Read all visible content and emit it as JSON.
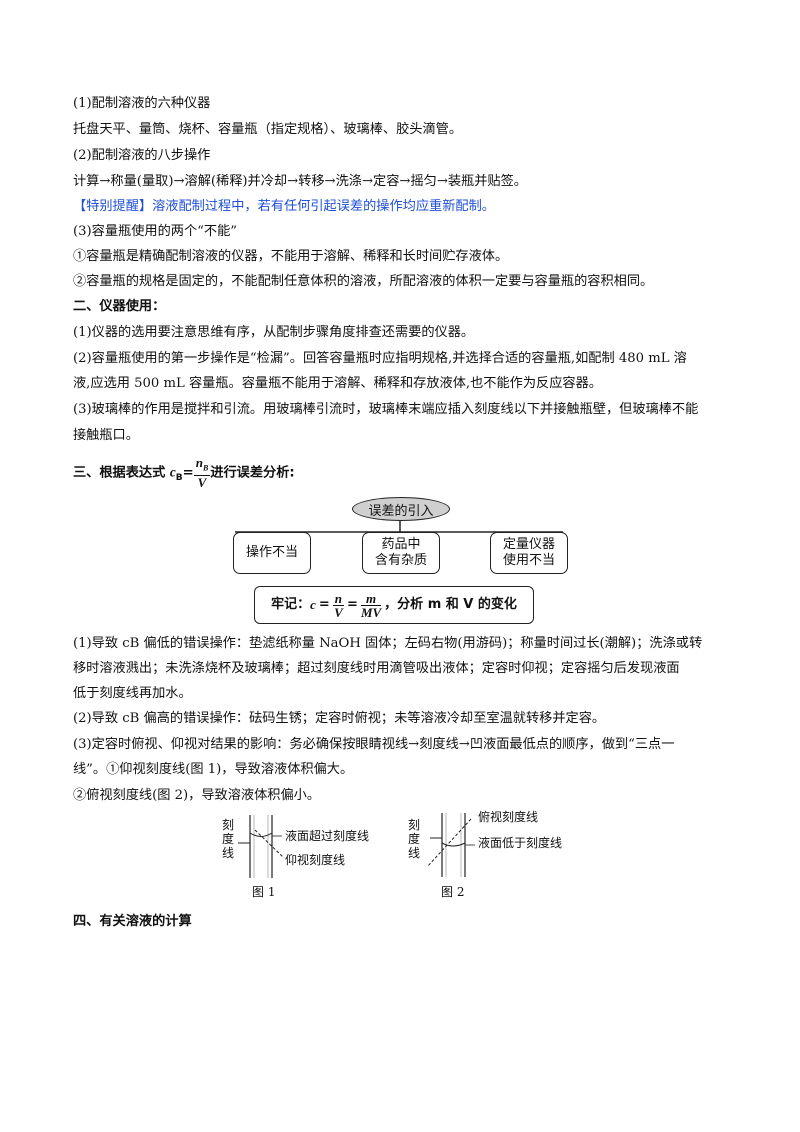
{
  "lines": {
    "l1": "(1)配制溶液的六种仪器",
    "l2": "托盘天平、量筒、烧杯、容量瓶（指定规格）、玻璃棒、胶头滴管。",
    "l3": "(2)配制溶液的八步操作",
    "l4": "计算→称量(量取)→溶解(稀释)并冷却→转移→洗涤→定容→摇匀→装瓶并贴签。",
    "l5_bracket": "【特别提醒】",
    "l5_text": "溶液配制过程中，若有任何引起误差的操作均应重新配制。",
    "l6": "(3)容量瓶使用的两个“不能”",
    "l7": "①容量瓶是精确配制溶液的仪器，不能用于溶解、稀释和长时间贮存液体。",
    "l8": "②容量瓶的规格是固定的，不能配制任意体积的溶液，所配溶液的体积一定要与容量瓶的容积相同。",
    "h2": "二、仪器使用：",
    "l9": "(1)仪器的选用要注意思维有序，从配制步骤角度排查还需要的仪器。",
    "l10": "(2)容量瓶使用的第一步操作是“检漏”。回答容量瓶时应指明规格,并选择合适的容量瓶,如配制 480 mL 溶",
    "l11": "液,应选用 500 mL 容量瓶。容量瓶不能用于溶解、稀释和存放液体,也不能作为反应容器。",
    "l12": "(3)玻璃棒的作用是搅拌和引流。用玻璃棒引流时，玻璃棒末端应插入刻度线以下并接触瓶壁，但玻璃棒不能",
    "l13": "接触瓶口。",
    "h3_pre": "三、根据表达式 ",
    "h3_c": "c",
    "h3_csub": "B",
    "h3_eq": "=",
    "h3_num": "n",
    "h3_numsub": "B",
    "h3_den": "V",
    "h3_post": "进行误差分析:",
    "l14": "(1)导致 cB 偏低的错误操作：垫滤纸称量 NaOH 固体；左码右物(用游码)；称量时间过长(潮解)；洗涤或转",
    "l15": "移时溶液溅出；未洗涤烧杯及玻璃棒；超过刻度线时用滴管吸出液体；定容时仰视；定容摇匀后发现液面",
    "l16": "低于刻度线再加水。",
    "l17": "(2)导致 cB 偏高的错误操作：砝码生锈；定容时俯视；未等溶液冷却至室温就转移并定容。",
    "l18": "(3)定容时俯视、仰视对结果的影响：务必确保按眼睛视线→刻度线→凹液面最低点的顺序，做到“三点一",
    "l19": "线”。①仰视刻度线(图 1)，导致溶液体积偏大。",
    "l20": "②俯视刻度线(图 2)，导致溶液体积偏小。",
    "h4": "四、有关溶液的计算"
  },
  "diagram": {
    "top": "误差的引入",
    "left": "操作不当",
    "mid_1": "药品中",
    "mid_2": "含有杂质",
    "right_1": "定量仪器",
    "right_2": "使用不当",
    "formula_pre": "牢记：",
    "formula_c": "c",
    "formula_eq1": "=",
    "formula_n": "n",
    "formula_V": "V",
    "formula_eq2": "=",
    "formula_m": "m",
    "formula_MV": "MV",
    "formula_post": "，分析 m 和 V 的变化"
  },
  "figures": {
    "fig1": {
      "scale_label": "刻度线",
      "label_a": "液面超过刻度线",
      "label_b": "仰视刻度线",
      "caption": "图 1"
    },
    "fig2": {
      "scale_label": "刻度线",
      "label_a": "俯视刻度线",
      "label_b": "液面低于刻度线",
      "caption": "图 2"
    }
  }
}
